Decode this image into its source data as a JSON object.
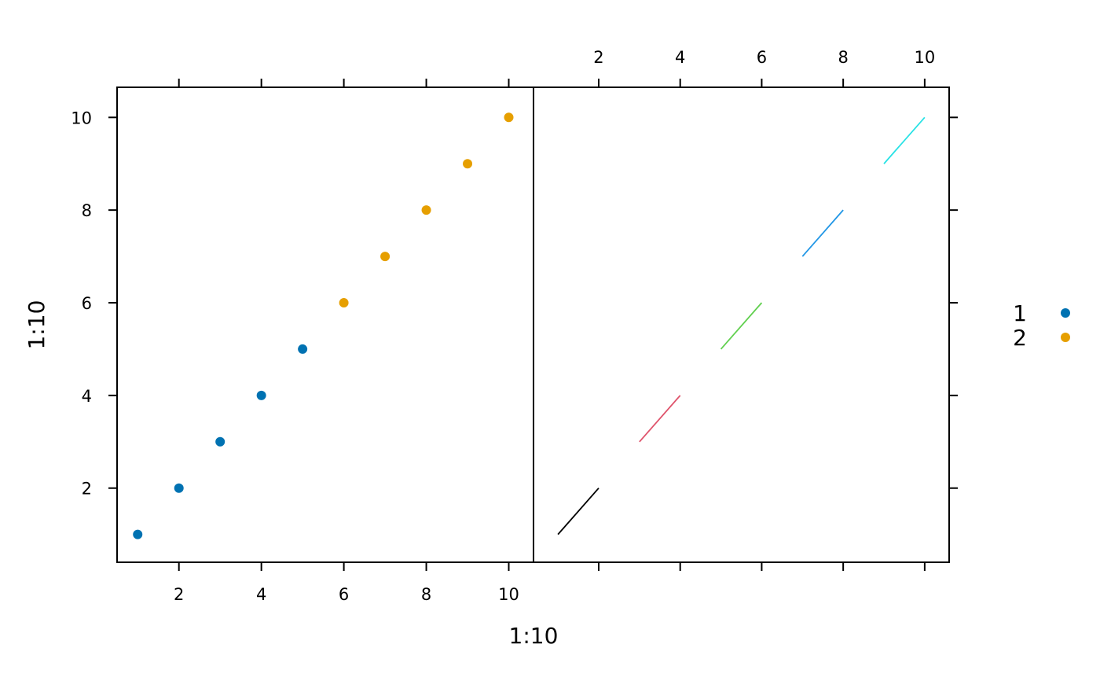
{
  "chart_data": [
    {
      "type": "scatter",
      "panel": "left",
      "xlabel": "1:10",
      "ylabel": "1:10",
      "xlim": [
        0.5,
        10.6
      ],
      "ylim": [
        0.4,
        10.65
      ],
      "x_ticks": [
        2,
        4,
        6,
        8,
        10
      ],
      "y_ticks": [
        2,
        4,
        6,
        8,
        10
      ],
      "x_tick_labels_bottom": true,
      "y_tick_labels_left": true,
      "grid": false,
      "series": [
        {
          "name": "1",
          "color": "#0072b2",
          "x": [
            1,
            2,
            3,
            4,
            5
          ],
          "y": [
            1,
            2,
            3,
            4,
            5
          ]
        },
        {
          "name": "2",
          "color": "#e69f00",
          "x": [
            6,
            7,
            8,
            9,
            10
          ],
          "y": [
            6,
            7,
            8,
            9,
            10
          ]
        }
      ]
    },
    {
      "type": "line",
      "panel": "right",
      "xlim": [
        0.4,
        10.6
      ],
      "ylim": [
        0.4,
        10.65
      ],
      "x_ticks": [
        2,
        4,
        6,
        8,
        10
      ],
      "y_ticks": [
        2,
        4,
        6,
        8,
        10
      ],
      "x_tick_labels_top": true,
      "grid": false,
      "segments": [
        {
          "color": "#000000",
          "x": [
            1,
            2
          ],
          "y": [
            1,
            2
          ]
        },
        {
          "color": "#df536b",
          "x": [
            3,
            4
          ],
          "y": [
            3,
            4
          ]
        },
        {
          "color": "#61d04f",
          "x": [
            5,
            6
          ],
          "y": [
            5,
            6
          ]
        },
        {
          "color": "#2297e6",
          "x": [
            7,
            8
          ],
          "y": [
            7,
            8
          ]
        },
        {
          "color": "#28e2e5",
          "x": [
            9,
            10
          ],
          "y": [
            9,
            10
          ]
        }
      ]
    }
  ],
  "legend": {
    "placement": "right",
    "items": [
      {
        "label": "1",
        "color": "#0072b2"
      },
      {
        "label": "2",
        "color": "#e69f00"
      }
    ]
  }
}
